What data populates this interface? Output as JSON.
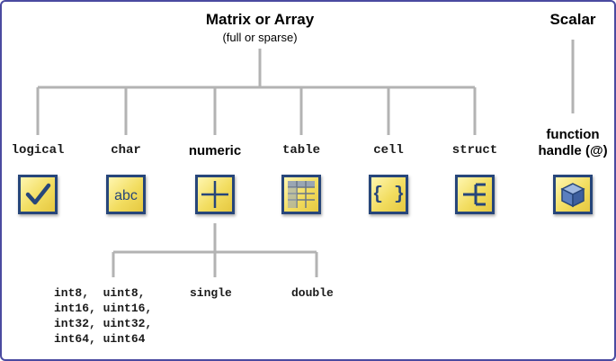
{
  "matrix": {
    "title": "Matrix or Array",
    "subtitle": "(full or sparse)"
  },
  "scalar": {
    "title": "Scalar"
  },
  "types": [
    {
      "label": "logical",
      "icon": "checkmark-icon"
    },
    {
      "label": "char",
      "icon": "abc-text-icon",
      "glyph": "abc"
    },
    {
      "label": "numeric",
      "icon": "quadrant-grid-icon"
    },
    {
      "label": "table",
      "icon": "table-grid-icon"
    },
    {
      "label": "cell",
      "icon": "curly-braces-icon",
      "glyph": "{ }"
    },
    {
      "label": "struct",
      "icon": "struct-tree-icon"
    }
  ],
  "function_handle": {
    "label_line1": "function",
    "label_line2": "handle (@)",
    "icon": "cube-icon"
  },
  "numeric_subtypes": {
    "integers": [
      "int8,  uint8,",
      "int16, uint16,",
      "int32, uint32,",
      "int64, uint64"
    ],
    "single": "single",
    "double": "double"
  },
  "colors": {
    "icon_border": "#27467a",
    "icon_fill": "#f2dd60",
    "connector": "#b3b3b3",
    "frame_border": "#4a4aa0"
  }
}
